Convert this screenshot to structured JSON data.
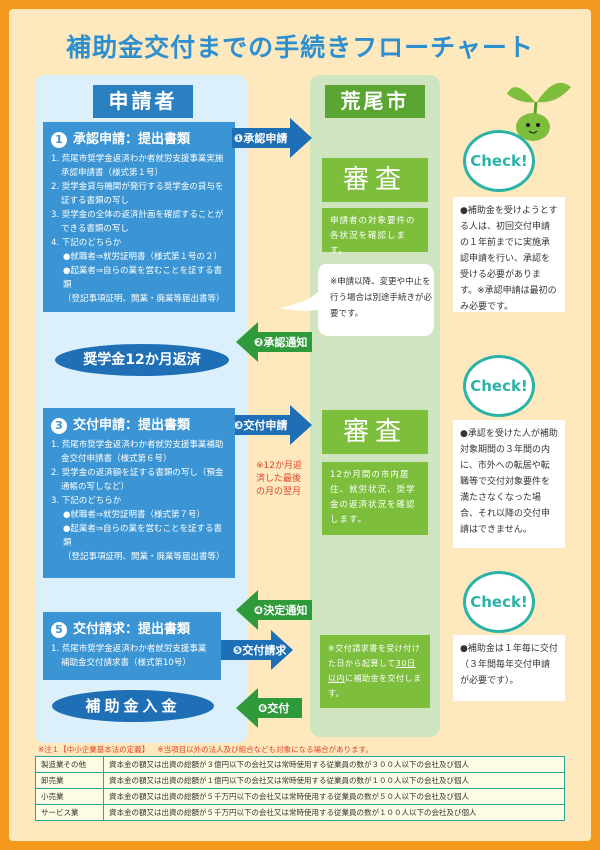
{
  "title": "補助金交付までの手続きフローチャート",
  "columns": {
    "applicant": "申請者",
    "city": "荒尾市"
  },
  "step1": {
    "num": "1",
    "heading": "承認申請：提出書類",
    "items": [
      "1. 荒尾市奨学金返済わか者就労支援事業実施承認申請書（様式第１号）",
      "2. 奨学金貸与機関が発行する奨学金の貸与を証する書類の写し",
      "3. 奨学金の全体の返済計画を確認することができる書類の写し",
      "4. 下記のどちらか"
    ],
    "sub": [
      "●就職者⇒就労証明書（様式第１号の２）",
      "●起業者⇒自らの業を営むことを証する書類",
      "（登記事項証明、開業・廃業等届出書等）"
    ]
  },
  "step3": {
    "num": "3",
    "heading": "交付申請：提出書類",
    "items": [
      "1. 荒尾市奨学金返済わか者就労支援事業補助金交付申請書（様式第６号）",
      "2. 奨学金の返済額を証する書類の写し（預金通帳の写しなど）",
      "3. 下記のどちらか"
    ],
    "sub": [
      "●就職者⇒就労証明書（様式第７号）",
      "●起業者⇒自らの業を営むことを証する書類",
      "（登記事項証明、開業・廃業等届出書等）"
    ]
  },
  "step5": {
    "num": "5",
    "heading": "交付請求：提出書類",
    "items": [
      "1. 荒尾市奨学金返済わか者就労支援事業補助金交付請求書（様式第10号）"
    ]
  },
  "arrows": {
    "a1": "❶承認申請",
    "a2": "❷承認通知",
    "a3": "❸交付申請",
    "a4": "❹決定通知",
    "a5": "❺交付請求",
    "a6": "❻交付"
  },
  "repay": "奨学金12か月返済",
  "deposit": "補助金入金",
  "note_red": "※12か月返済した最後の月の翌月",
  "review1": {
    "title": "審査",
    "desc": "申請者の対象要件の各状況を確認します。"
  },
  "bubble": "※申請以降、変更や中止を行う場合は別途手続きが必要です。",
  "review2": {
    "title": "審査",
    "desc": "12か月間の市内居住、就労状況、奨学金の返済状況を確認します。"
  },
  "payment_note": {
    "pre": "※交付請求書を受け付けた日から起算して",
    "underline": "30日以内",
    "post": "に補助金を交付します。"
  },
  "checks": [
    {
      "label": "Check!",
      "text": "●補助金を受けようとする人は、初回交付申請の１年前までに実施承認申請を行い、承認を受ける必要があります。※承認申請は最初のみ必要です。"
    },
    {
      "label": "Check!",
      "text": "●承認を受けた人が補助対象期間の３年間の内に、市外への転居や転職等で交付対象要件を満たさなくなった場合、それ以降の交付申請はできません。"
    },
    {
      "label": "Check!",
      "text": "●補助金は１年毎に交付（３年間毎年交付申請が必要です）。"
    }
  ],
  "footnote": {
    "label": "※注１【中小企業基本法の定義】",
    "note": "※当項目以外の法人及び組合なども対象になる場合があります。"
  },
  "table": [
    [
      "製造業その他",
      "資本金の額又は出資の総額が３億円以下の会社又は常時使用する従業員の数が３００人以下の会社及び個人"
    ],
    [
      "卸売業",
      "資本金の額又は出資の総額が１億円以下の会社又は常時使用する従業員の数が１００人以下の会社及び個人"
    ],
    [
      "小売業",
      "資本金の額又は出資の総額が５千万円以下の会社又は常時使用する従業員の数が５０人以下の会社及び個人"
    ],
    [
      "サービス業",
      "資本金の額又は出資の総額が５千万円以下の会社又は常時使用する従業員の数が１００人以下の会社及び個人"
    ]
  ],
  "colors": {
    "blue": "#3b95d4",
    "green": "#7dbf3d",
    "orange": "#f39a1e",
    "teal": "#2bb3a8"
  }
}
